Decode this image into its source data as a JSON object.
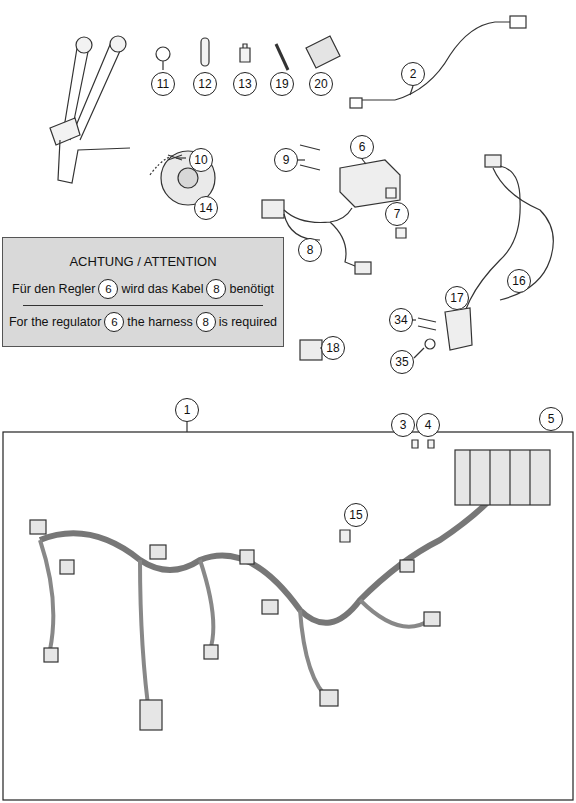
{
  "diagram": {
    "nodes": [
      {
        "text": [
          "ACHTUNG / ATTENTION",
          "Für den Regler",
          "6",
          "wird das Kabel",
          "8",
          "benötigt",
          "For the regulator",
          "6",
          "the harness",
          "8",
          "is required"
        ]
      }
    ],
    "labels": [
      "11",
      "12",
      "13",
      "19",
      "20",
      "2",
      "10",
      "9",
      "6",
      "7",
      "14",
      "8",
      "16",
      "17",
      "34",
      "18",
      "35",
      "1",
      "3",
      "4",
      "5",
      "15"
    ]
  }
}
